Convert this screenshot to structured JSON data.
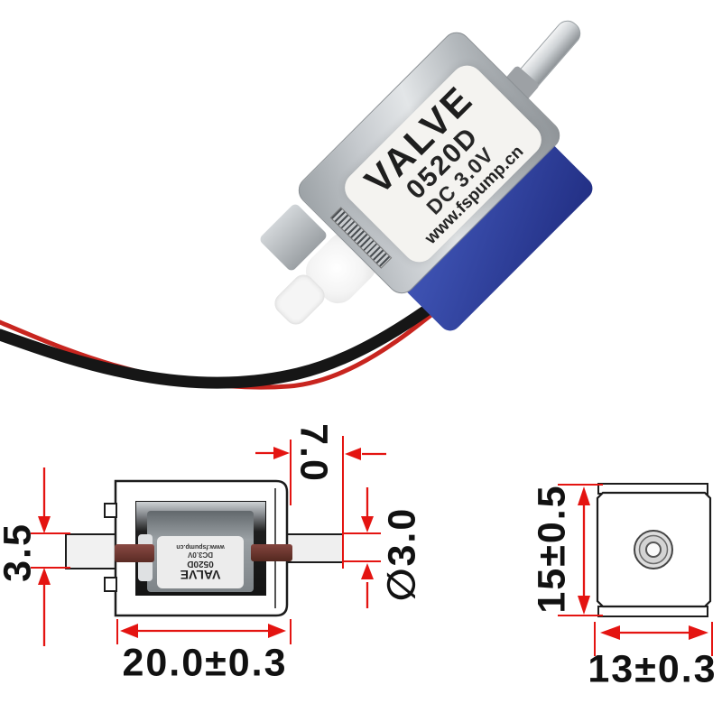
{
  "photo": {
    "label_lines": [
      "VALVE",
      "0520D",
      "DC 3.0V",
      "www.fspump.cn"
    ]
  },
  "side_view": {
    "port_height": "3.5",
    "body_length": "20.0±0.3",
    "port_length": "7.0",
    "port_diameter": "∅3.0",
    "inner_label_lines": [
      "VALVE",
      "0520D",
      "DC3.0V",
      "www.fspump.cn"
    ]
  },
  "front_view": {
    "height": "15±0.5",
    "width": "13±0.3"
  },
  "colors": {
    "dimension_red": "#e41411",
    "line_black": "#1c1c1c",
    "solenoid_blue": "#3b4fae",
    "body_silver": "#c5c9cd",
    "wire_black": "#161616",
    "wire_red": "#c8251f"
  }
}
